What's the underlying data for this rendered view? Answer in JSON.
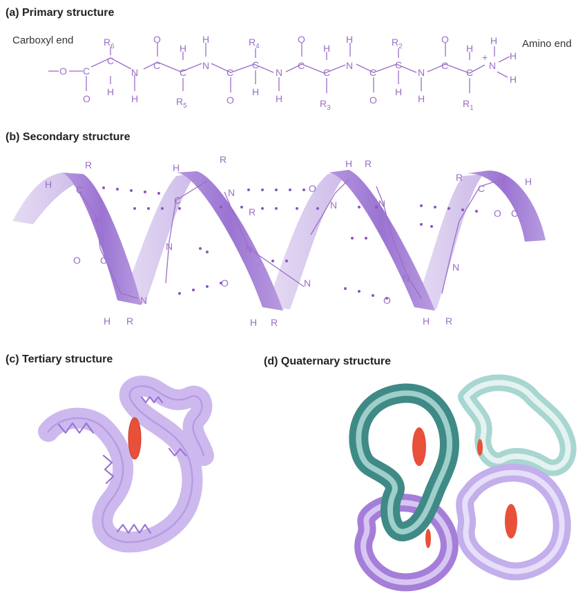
{
  "panels": {
    "a": {
      "title": "(a) Primary structure",
      "left_end": "Carboxyl end",
      "right_end": "Amino end"
    },
    "b": {
      "title": "(b) Secondary structure"
    },
    "c": {
      "title": "(c) Tertiary structure"
    },
    "d": {
      "title": "(d) Quaternary structure"
    }
  },
  "primary_chain": {
    "backbone": [
      "—O—",
      "C",
      "C",
      "N",
      "C",
      "C",
      "N",
      "C",
      "C",
      "N",
      "C",
      "C",
      "N",
      "C",
      "C",
      "N"
    ],
    "r_groups": [
      "R6",
      "R5",
      "R4",
      "R3",
      "R2",
      "R1"
    ],
    "charge": "+"
  },
  "helix_atoms": [
    "C",
    "N",
    "H",
    "O",
    "R"
  ],
  "colors": {
    "chain": "#9a6dc7",
    "ribbon_light": "#d9c9ee",
    "ribbon_dark": "#a37fd6",
    "heme": "#e8503a",
    "teal": "#4f9b96",
    "teal_light": "#bfe2de",
    "purple_tube": "#b58ee0",
    "lavender_tube": "#ccbcef"
  }
}
